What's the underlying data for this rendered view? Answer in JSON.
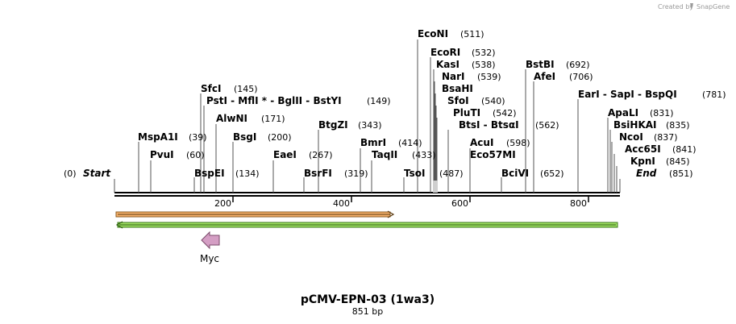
{
  "credit": "Created by",
  "brand": "SnapGene",
  "title": "pCMV-EPN-03 (1wa3)",
  "subtitle": "851 bp",
  "start_label": "Start",
  "start_pos": "(0)",
  "end_label": "End",
  "end_pos": "(851)",
  "sequence_length": 851,
  "ruler_ticks": [
    "200",
    "400",
    "600",
    "800"
  ],
  "colors": {
    "orf_fill": "#f7b16b",
    "orf_edge": "#8a5a20",
    "green_fill": "#9ede62",
    "green_edge": "#3b7a18",
    "myc": "#d49ec4"
  },
  "features": [
    {
      "name": "Myc",
      "type": "arrow-left",
      "start": 153,
      "end": 183
    }
  ],
  "sites": [
    {
      "name": "MspA1I",
      "pos": "(39)",
      "bp": 39
    },
    {
      "name": "PvuI",
      "pos": "(60)",
      "bp": 60
    },
    {
      "name": "BspEI",
      "pos": "(134)",
      "bp": 134
    },
    {
      "name": "SfcI",
      "pos": "(145)",
      "bp": 145
    },
    {
      "name": "PstI - MflI * - BglII - BstYI",
      "pos": "(149)",
      "bp": 149
    },
    {
      "name": "AlwNI",
      "pos": "(171)",
      "bp": 171
    },
    {
      "name": "BsgI",
      "pos": "(200)",
      "bp": 200
    },
    {
      "name": "EaeI",
      "pos": "(267)",
      "bp": 267
    },
    {
      "name": "BsrFI",
      "pos": "(319)",
      "bp": 319
    },
    {
      "name": "BtgZI",
      "pos": "(343)",
      "bp": 343
    },
    {
      "name": "BmrI",
      "pos": "(414)",
      "bp": 414
    },
    {
      "name": "TaqII",
      "pos": "(433)",
      "bp": 433
    },
    {
      "name": "TsoI",
      "pos": "(487)",
      "bp": 487
    },
    {
      "name": "EcoNI",
      "pos": "(511)",
      "bp": 511
    },
    {
      "name": "EcoRI",
      "pos": "(532)",
      "bp": 532
    },
    {
      "name": "KasI",
      "pos": "(538)",
      "bp": 538
    },
    {
      "name": "NarI",
      "pos": "(539)",
      "bp": 539
    },
    {
      "name": "BsaHI",
      "pos": "",
      "bp": 540
    },
    {
      "name": "SfoI",
      "pos": "(540)",
      "bp": 540
    },
    {
      "name": "PluTI",
      "pos": "(542)",
      "bp": 542
    },
    {
      "name": "BtsI - BtsαI",
      "pos": "(562)",
      "bp": 562
    },
    {
      "name": "AcuI",
      "pos": "(598)",
      "bp": 598
    },
    {
      "name": "Eco57MI",
      "pos": "",
      "bp": 598
    },
    {
      "name": "BciVI",
      "pos": "(652)",
      "bp": 652
    },
    {
      "name": "BstBI",
      "pos": "(692)",
      "bp": 692
    },
    {
      "name": "AfeI",
      "pos": "(706)",
      "bp": 706
    },
    {
      "name": "EarI - SapI - BspQI",
      "pos": "(781)",
      "bp": 781
    },
    {
      "name": "ApaLI",
      "pos": "(831)",
      "bp": 831
    },
    {
      "name": "BsiHKAI",
      "pos": "(835)",
      "bp": 835
    },
    {
      "name": "NcoI",
      "pos": "(837)",
      "bp": 837
    },
    {
      "name": "Acc65I",
      "pos": "(841)",
      "bp": 841
    },
    {
      "name": "KpnI",
      "pos": "(845)",
      "bp": 845
    }
  ]
}
